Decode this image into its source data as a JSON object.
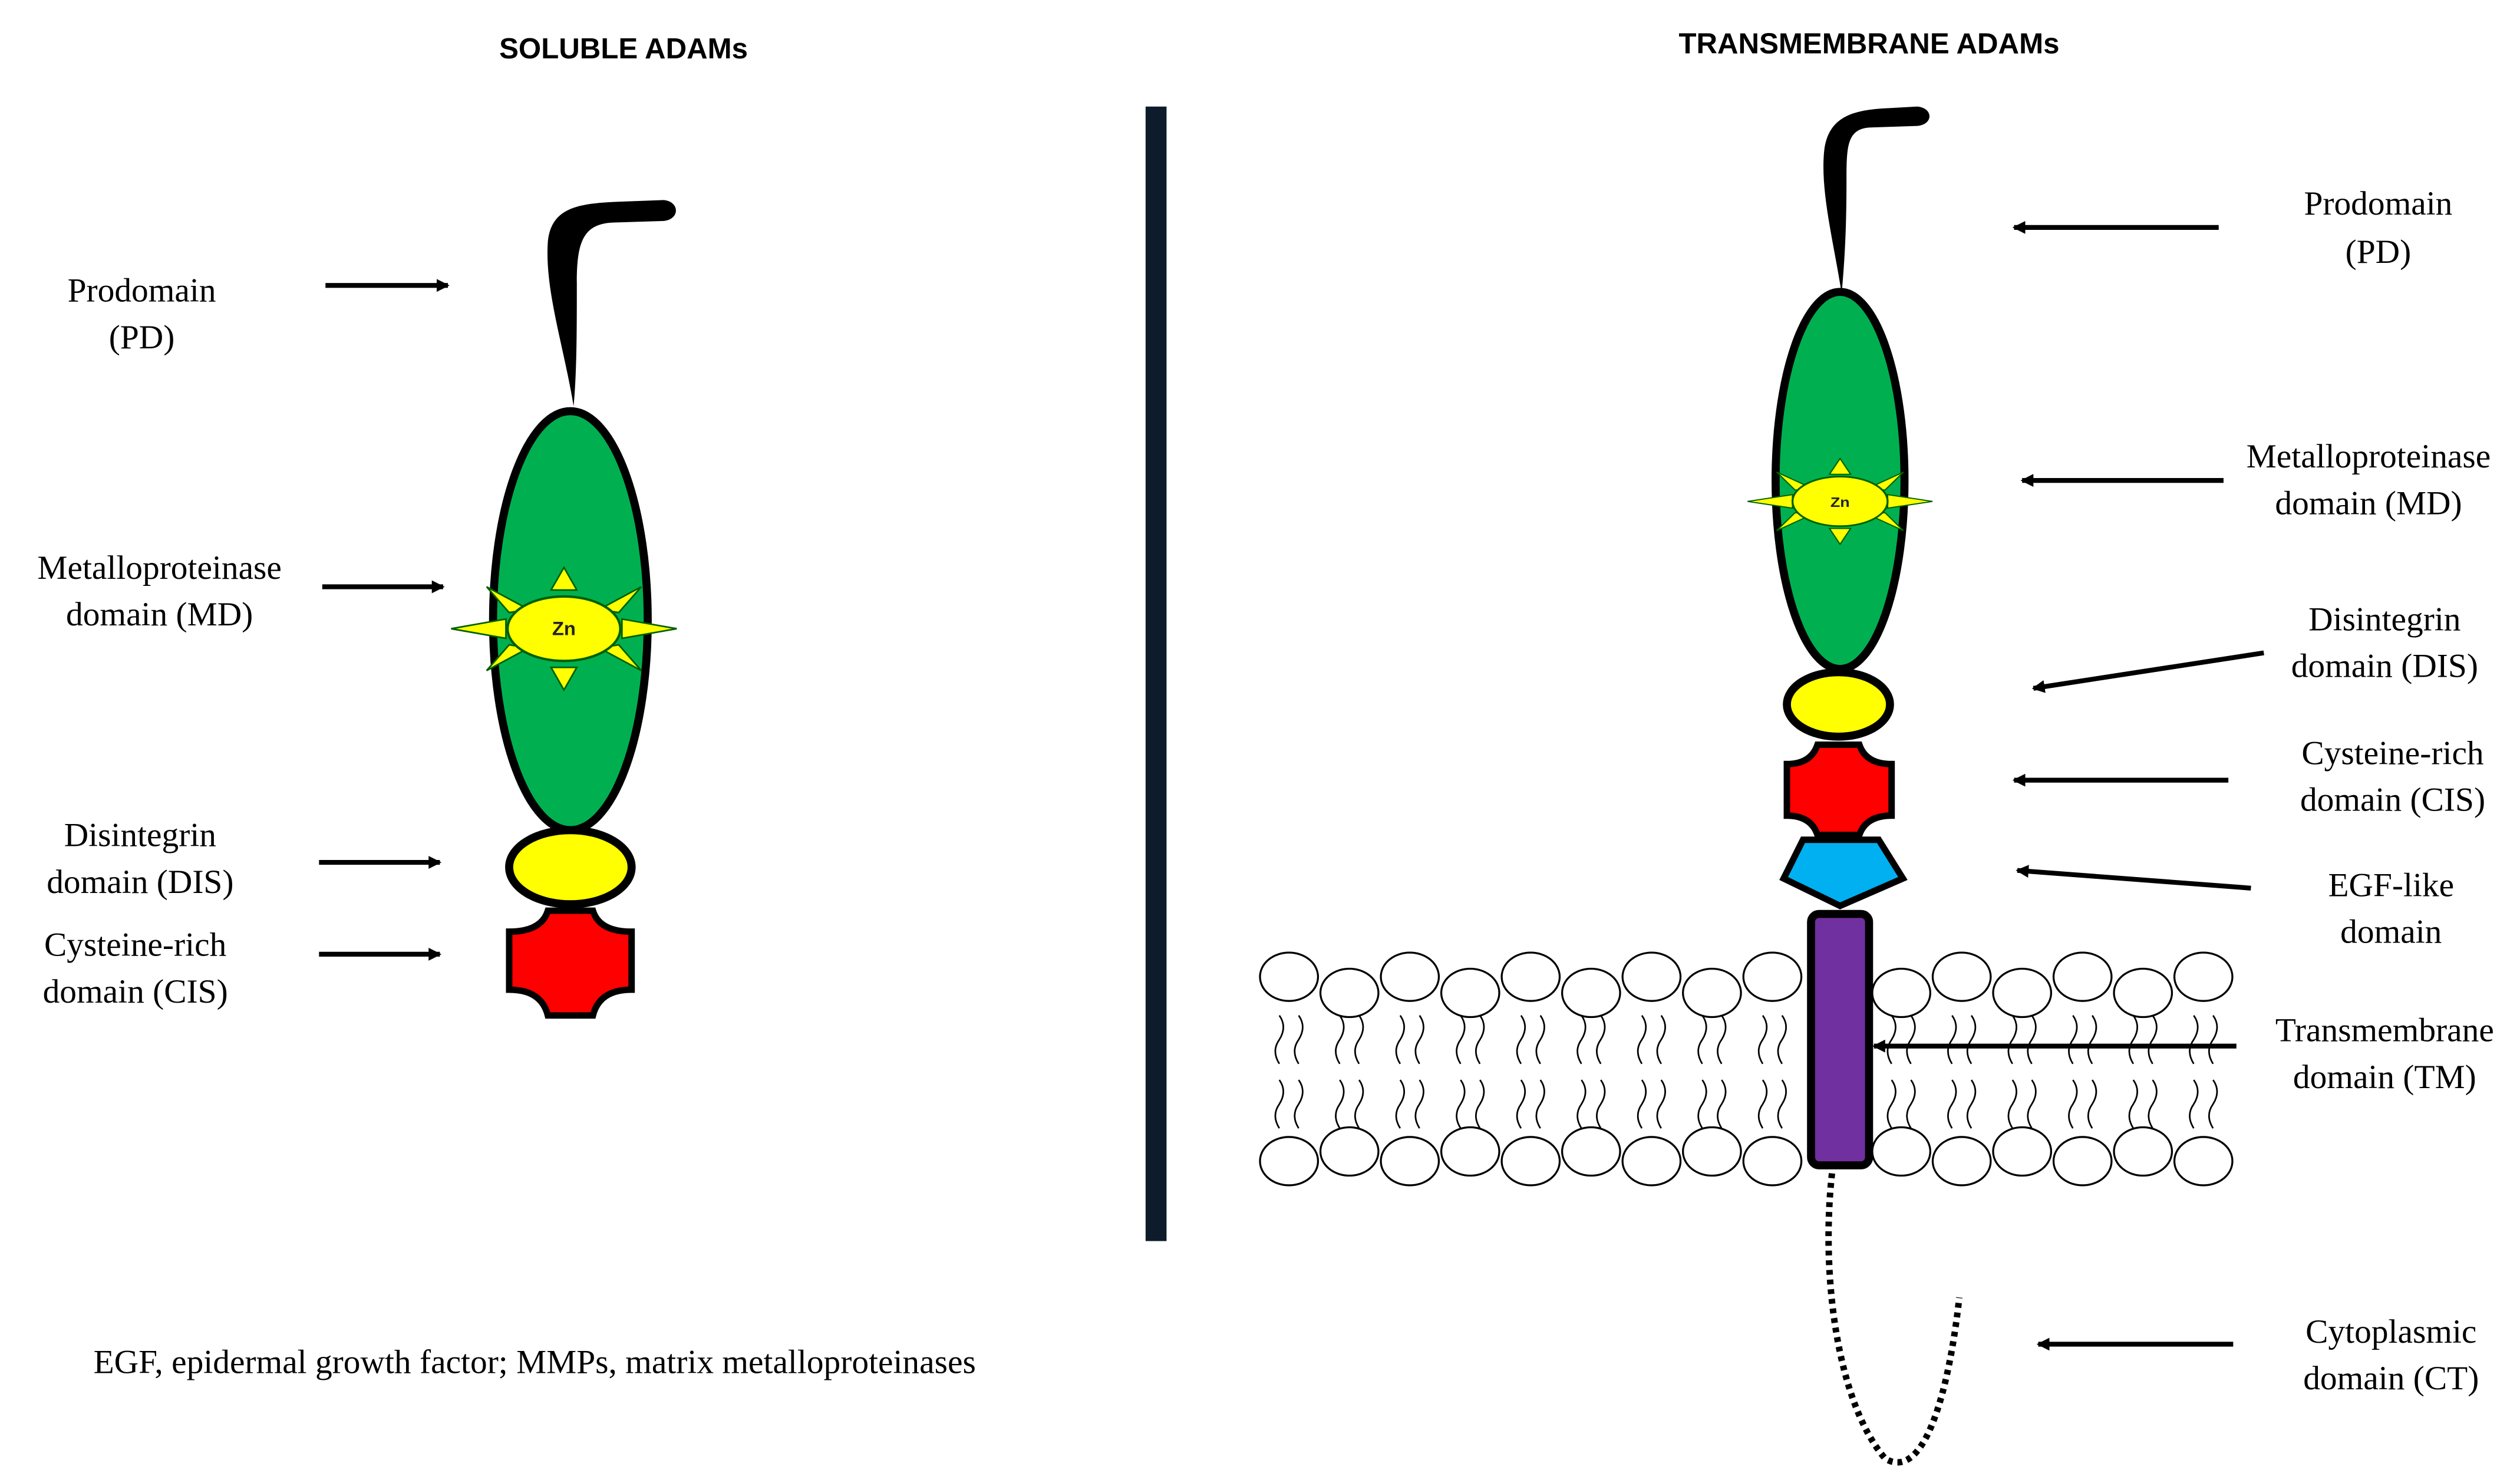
{
  "left": {
    "title": "SOLUBLE ADAMs",
    "labels": [
      {
        "line1": "Prodomain",
        "line2": "(PD)"
      },
      {
        "line1": "Metalloproteinase",
        "line2": "domain (MD)"
      },
      {
        "line1": "Disintegrin",
        "line2": "domain (DIS)"
      },
      {
        "line1": "Cysteine-rich",
        "line2": "domain (CIS)"
      }
    ],
    "zinc": "Zn"
  },
  "right": {
    "title": "TRANSMEMBRANE ADAMs",
    "labels": [
      {
        "line1": "Prodomain",
        "line2": "(PD)"
      },
      {
        "line1": "Metalloproteinase",
        "line2": "domain (MD)"
      },
      {
        "line1": "Disintegrin",
        "line2": "domain (DIS)"
      },
      {
        "line1": "Cysteine-rich",
        "line2": "domain (CIS)"
      },
      {
        "line1": "EGF-like",
        "line2": "domain"
      },
      {
        "line1": "Transmembrane",
        "line2": "domain (TM)"
      },
      {
        "line1": "Cytoplasmic",
        "line2": "domain (CT)"
      }
    ],
    "zinc": "Zn"
  },
  "footnote": "EGF, epidermal growth factor; MMPs, matrix metalloproteinases",
  "colors": {
    "metalloproteinase": "#00b050",
    "zinc": "#ffff00",
    "disintegrin": "#ffff00",
    "cysteine_rich": "#ff0000",
    "egf_like": "#00b0f0",
    "transmembrane": "#7030a0",
    "divider": "#0d1b2a"
  }
}
